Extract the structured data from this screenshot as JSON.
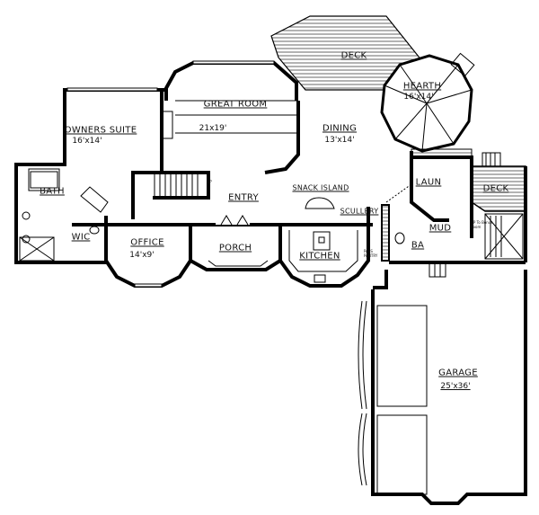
{
  "rooms": {
    "deck_top": {
      "name": "DECK"
    },
    "great_room": {
      "name": "GREAT ROOM",
      "size": "21x19'"
    },
    "owners_suite": {
      "name": "OWNERS SUITE",
      "size": "16'x14'"
    },
    "dining": {
      "name": "DINING",
      "size": "13'x14'"
    },
    "hearth": {
      "name": "HEARTH",
      "size": "16'x14'"
    },
    "bath": {
      "name": "BATH"
    },
    "wic": {
      "name": "WIC"
    },
    "entry": {
      "name": "ENTRY"
    },
    "snack_island": {
      "name": "SNACK ISLAND"
    },
    "scullery": {
      "name": "SCULLERY"
    },
    "office": {
      "name": "OFFICE",
      "size": "14'x9'"
    },
    "porch": {
      "name": "PORCH"
    },
    "kitchen": {
      "name": "KITCHEN"
    },
    "laundry": {
      "name": "LAUN"
    },
    "deck_right": {
      "name": "DECK"
    },
    "mud": {
      "name": "MUD"
    },
    "ba": {
      "name": "BA"
    },
    "garage": {
      "name": "GARAGE",
      "size": "25'x36'"
    }
  },
  "notes": {
    "stairs_up": "UP",
    "bonus_room": "UP To Bonus Room",
    "pantry": "PASS PANTRY"
  }
}
